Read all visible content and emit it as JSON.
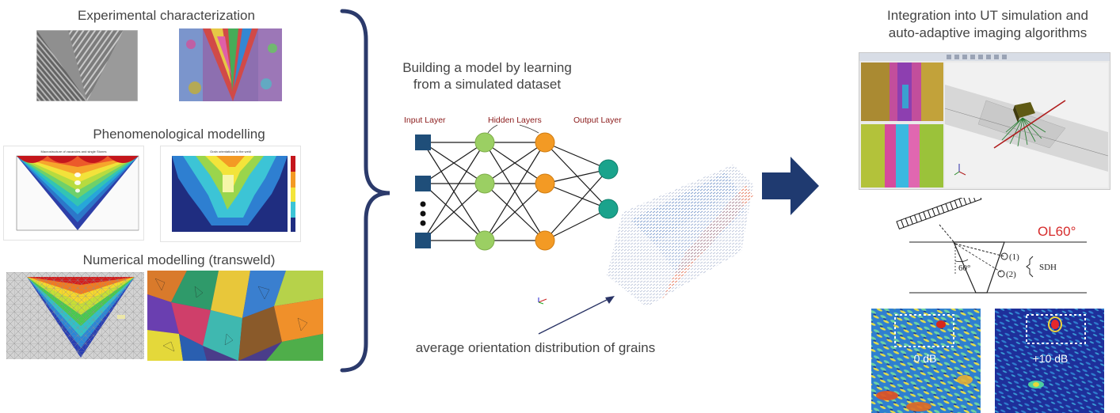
{
  "left": {
    "experimental_title": "Experimental characterization",
    "phenomenological_title": "Phenomenological modelling",
    "phenomenological_chart1_title": "Macrostructure of vacancies and single Stones",
    "phenomenological_chart2_title": "Grain orientations in the weld",
    "numerical_title": "Numerical modelling (transweld)"
  },
  "middle": {
    "title_line1": "Building a model by learning",
    "title_line2": "from a simulated dataset",
    "input_layer": "Input Layer",
    "hidden_layers": "Hidden Layers",
    "output_layer": "Output Layer",
    "caption": "average orientation distribution of grains"
  },
  "right": {
    "title_line1": "Integration into UT simulation and",
    "title_line2": "auto-adaptive imaging algorithms",
    "ol_label": "OL60°",
    "angle_label": "60°",
    "hole1": "(1)",
    "hole2": "(2)",
    "sdh": "SDH",
    "db_left": "0 dB",
    "db_right": "+10 dB"
  },
  "colors": {
    "brace": "#2b3a6b",
    "arrow": "#1f3a70",
    "input_node": "#1f4e79",
    "hidden1_node": "#9bcf63",
    "hidden2_node": "#f39a24",
    "output_node": "#1aa38c",
    "layer_label": "#8b1a1a",
    "ol_red": "#d62b2b"
  }
}
